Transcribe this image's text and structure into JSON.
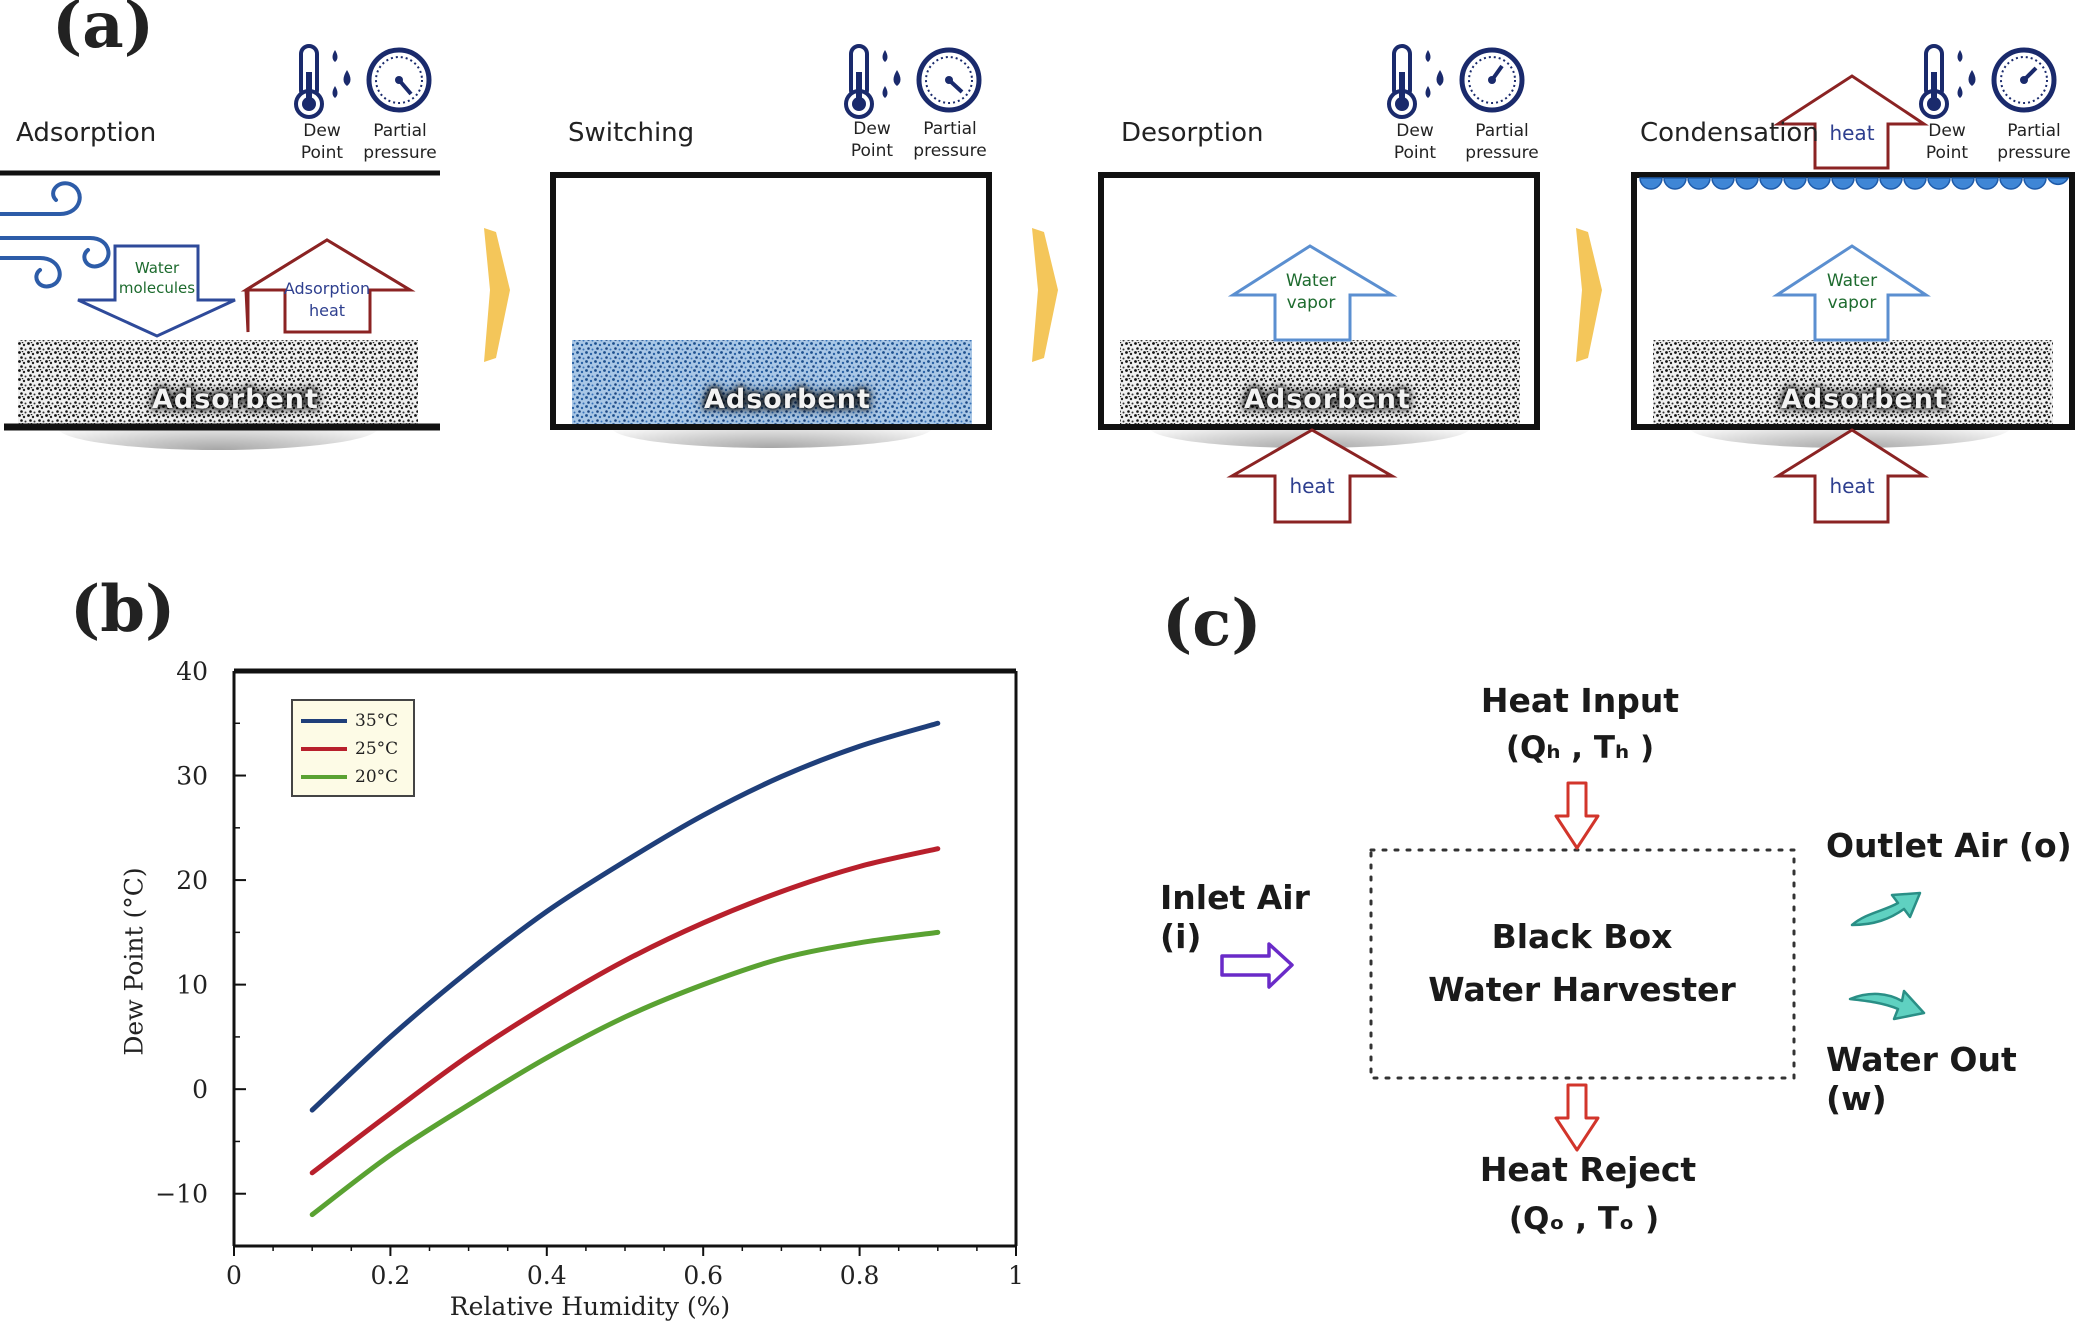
{
  "panels": {
    "a": "(a)",
    "b": "(b)",
    "c": "(c)"
  },
  "stages": [
    {
      "title": "Adsorption",
      "adsorbent": "Adsorbent",
      "sensor_dew": "Dew Point",
      "sensor_pressure": "Partial pressure"
    },
    {
      "title": "Switching",
      "adsorbent": "Adsorbent",
      "sensor_dew": "Dew Point",
      "sensor_pressure": "Partial pressure"
    },
    {
      "title": "Desorption",
      "adsorbent": "Adsorbent",
      "sensor_dew": "Dew Point",
      "sensor_pressure": "Partial pressure"
    },
    {
      "title": "Condensation",
      "adsorbent": "Adsorbent",
      "sensor_dew": "Dew Point",
      "sensor_pressure": "Partial pressure"
    }
  ],
  "arrows_a": {
    "water_molecules": "Water molecules",
    "adsorption_heat": "Adsorption heat",
    "water_vapor": "Water vapor",
    "heat": "heat"
  },
  "colors": {
    "heat_arrow": "#8b2323",
    "vapor_arrow": "#5b8fd0",
    "molecule_arrow": "#2e4a9a",
    "series_35": "#1f3f7a",
    "series_25": "#b8202c",
    "series_20": "#5aa232",
    "droplet": "#3f86d6",
    "inlet_arrow": "#6a2bc8",
    "outlet_arrow": "#3bb8a8"
  },
  "diagram_c": {
    "heat_input": "Heat Input",
    "heat_input_sub": "(Qₕ , Tₕ )",
    "box_line1": "Black Box",
    "box_line2": "Water Harvester",
    "inlet": "Inlet Air (i)",
    "outlet": "Outlet Air (o)",
    "water_out": "Water Out (w)",
    "heat_reject": "Heat Reject",
    "heat_reject_sub": "(Qₒ , Tₒ )"
  },
  "chart_data": {
    "type": "line",
    "ylabel": "Dew Point (°C)",
    "xlabel": "Relative Humidity (%)",
    "xlim": [
      0,
      1
    ],
    "ylim": [
      -15,
      40
    ],
    "xticks": [
      "0",
      "0.2",
      "0.4",
      "0.6",
      "0.8",
      "1"
    ],
    "yticks": [
      "40",
      "30",
      "20",
      "10",
      "0",
      "−10"
    ],
    "legend_position": "top-left",
    "series": [
      {
        "name": "35°C",
        "color": "#1f3f7a",
        "x": [
          0.1,
          0.2,
          0.3,
          0.4,
          0.5,
          0.6,
          0.7,
          0.8,
          0.9
        ],
        "y": [
          -2,
          5,
          11.3,
          17,
          21.8,
          26.2,
          29.9,
          32.8,
          35
        ]
      },
      {
        "name": "25°C",
        "color": "#b8202c",
        "x": [
          0.1,
          0.2,
          0.3,
          0.4,
          0.5,
          0.6,
          0.7,
          0.8,
          0.9
        ],
        "y": [
          -8,
          -2.3,
          3.2,
          8,
          12.3,
          15.9,
          18.9,
          21.3,
          23
        ]
      },
      {
        "name": "20°C",
        "color": "#5aa232",
        "x": [
          0.1,
          0.2,
          0.3,
          0.4,
          0.5,
          0.6,
          0.7,
          0.8,
          0.9
        ],
        "y": [
          -12,
          -6.3,
          -1.5,
          3,
          6.9,
          10,
          12.5,
          14,
          15
        ]
      }
    ]
  }
}
